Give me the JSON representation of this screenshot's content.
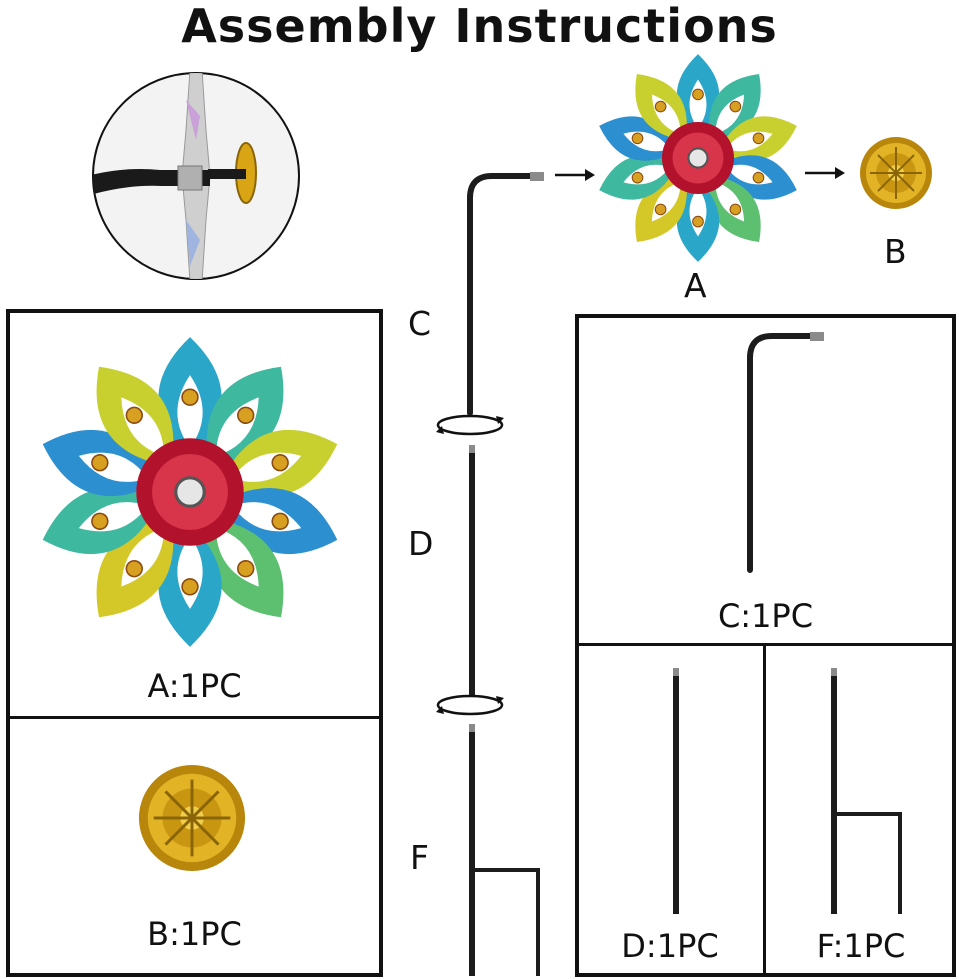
{
  "title": "Assembly Instructions",
  "assembly_labels": {
    "c": "C",
    "d": "D",
    "f": "F",
    "a": "A",
    "b": "B"
  },
  "parts": {
    "a": "A:1PC",
    "b": "B:1PC",
    "c": "C:1PC",
    "d": "D:1PC",
    "f": "F:1PC"
  },
  "colors": {
    "border": "#111111",
    "stake": "#1c1c1c",
    "cap_gold": "#d9a514",
    "hub_red": "#b3122c"
  }
}
